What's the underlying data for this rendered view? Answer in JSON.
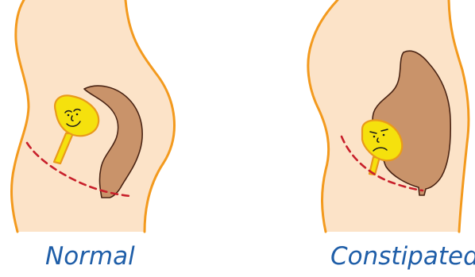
{
  "panels": [
    {
      "id": "normal",
      "label": "Normal"
    },
    {
      "id": "constipated",
      "label": "Constipated"
    }
  ],
  "colors": {
    "skin": "#FCE3C8",
    "outline": "#F39A1E",
    "bladder": "#F5E10D",
    "bladder_outline": "#E99A1B",
    "bowel": "#C9936A",
    "bowel_outline": "#4A2414",
    "pelvic_floor_line": "#C8202B",
    "caption": "#1F5EA8"
  },
  "icons": {
    "bladder_face_normal": "smiling-face",
    "bladder_face_constipated": "frowning-face"
  }
}
